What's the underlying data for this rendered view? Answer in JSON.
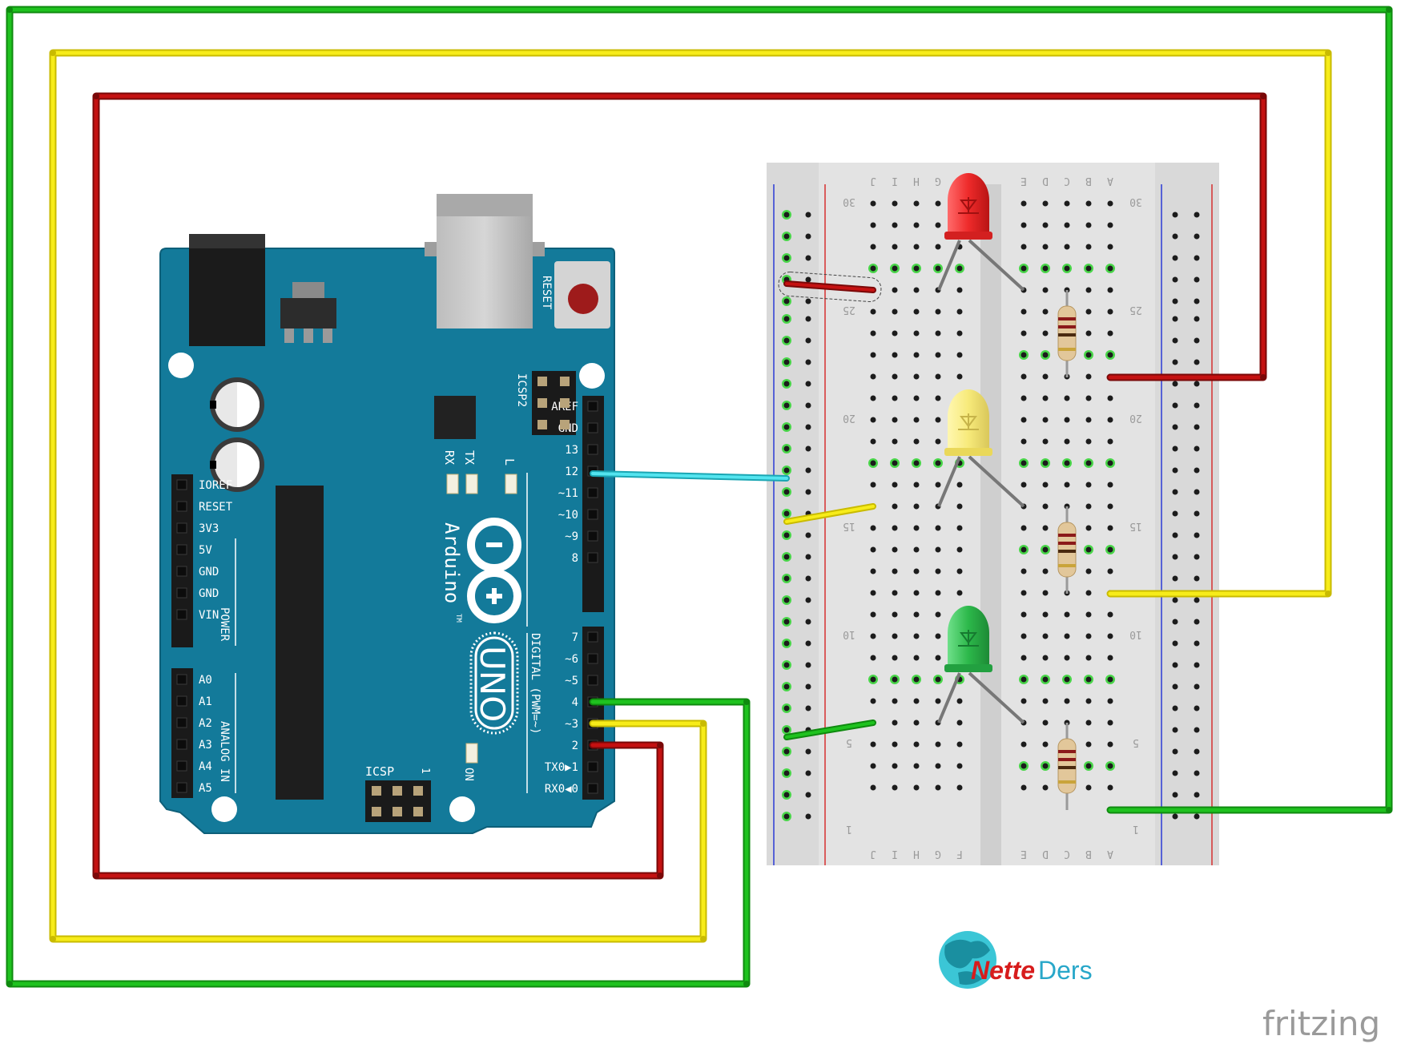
{
  "colors": {
    "board": "#137a9a",
    "board_edge": "#0d5f79",
    "wire_red": "#b30d0d",
    "wire_yellow": "#f2e600",
    "wire_green": "#1fb81f",
    "wire_cyan": "#33d9e6",
    "breadboard": "#e6e6e6",
    "rail_red": "#d63030",
    "rail_blue": "#2a3ad6",
    "led_red": "#ee2a2a",
    "led_yellow": "#f7ea7a",
    "led_green": "#2cb84a"
  },
  "arduino": {
    "reset_label": "RESET",
    "icsp2_label": "ICSP2",
    "icsp_label": "ICSP",
    "icsp_pin1": "1",
    "rx_label": "RX",
    "tx_label": "TX",
    "l_label": "L",
    "on_label": "ON",
    "brand": "Arduino",
    "tm": "TM",
    "model": "UNO",
    "digital_label": "DIGITAL (PWM=~)",
    "power_label": "POWER",
    "analog_label": "ANALOG IN",
    "power_pins": [
      "IOREF",
      "RESET",
      "3V3",
      "5V",
      "GND",
      "GND",
      "VIN"
    ],
    "analog_pins": [
      "A0",
      "A1",
      "A2",
      "A3",
      "A4",
      "A5"
    ],
    "digital_pins_top": [
      "AREF",
      "GND",
      "13",
      "12",
      "~11",
      "~10",
      "~9",
      "8"
    ],
    "digital_pins_bottom": [
      "7",
      "~6",
      "~5",
      "4",
      "~3",
      "2",
      "TX0▶1",
      "RX0◀0"
    ]
  },
  "breadboard": {
    "column_letters_left": [
      "J",
      "I",
      "H",
      "G",
      "F"
    ],
    "column_letters_right": [
      "E",
      "D",
      "C",
      "B",
      "A"
    ],
    "row_numbers": [
      "30",
      "25",
      "20",
      "15",
      "10",
      "5",
      "1"
    ]
  },
  "branding": {
    "nettelogo_part1": "Nette",
    "nettelogo_part2": "Ders",
    "fritzing": "fritzing"
  }
}
